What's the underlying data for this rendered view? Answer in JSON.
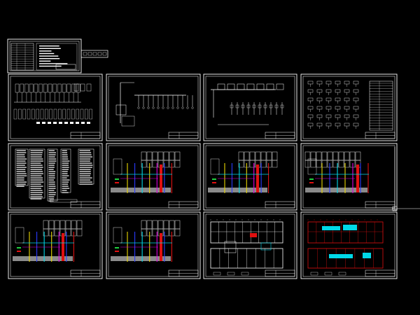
{
  "drawing": {
    "background_color": "#000000",
    "line_color": "#ffffff",
    "sheet_count": 13,
    "sheets": [
      {
        "id": "sheet-1-1",
        "kind": "riser-diagram"
      },
      {
        "id": "sheet-1-2",
        "kind": "schematic"
      },
      {
        "id": "sheet-1-3",
        "kind": "riser-diagram"
      },
      {
        "id": "sheet-1-4",
        "kind": "schedule-grid"
      },
      {
        "id": "sheet-2-1",
        "kind": "tables"
      },
      {
        "id": "sheet-2-2",
        "kind": "colored-riser"
      },
      {
        "id": "sheet-2-3",
        "kind": "colored-riser"
      },
      {
        "id": "sheet-2-4",
        "kind": "colored-riser"
      },
      {
        "id": "sheet-3-1",
        "kind": "colored-riser"
      },
      {
        "id": "sheet-3-2",
        "kind": "colored-riser"
      },
      {
        "id": "sheet-3-3",
        "kind": "floor-plan"
      },
      {
        "id": "sheet-3-4",
        "kind": "floor-plan-red"
      }
    ],
    "colors": {
      "yellow": "#e8d800",
      "blue": "#2a3cff",
      "cyan": "#00d8e8",
      "magenta": "#e000e0",
      "red": "#e01010",
      "green": "#20d040",
      "gray": "#8a8a8a"
    }
  }
}
